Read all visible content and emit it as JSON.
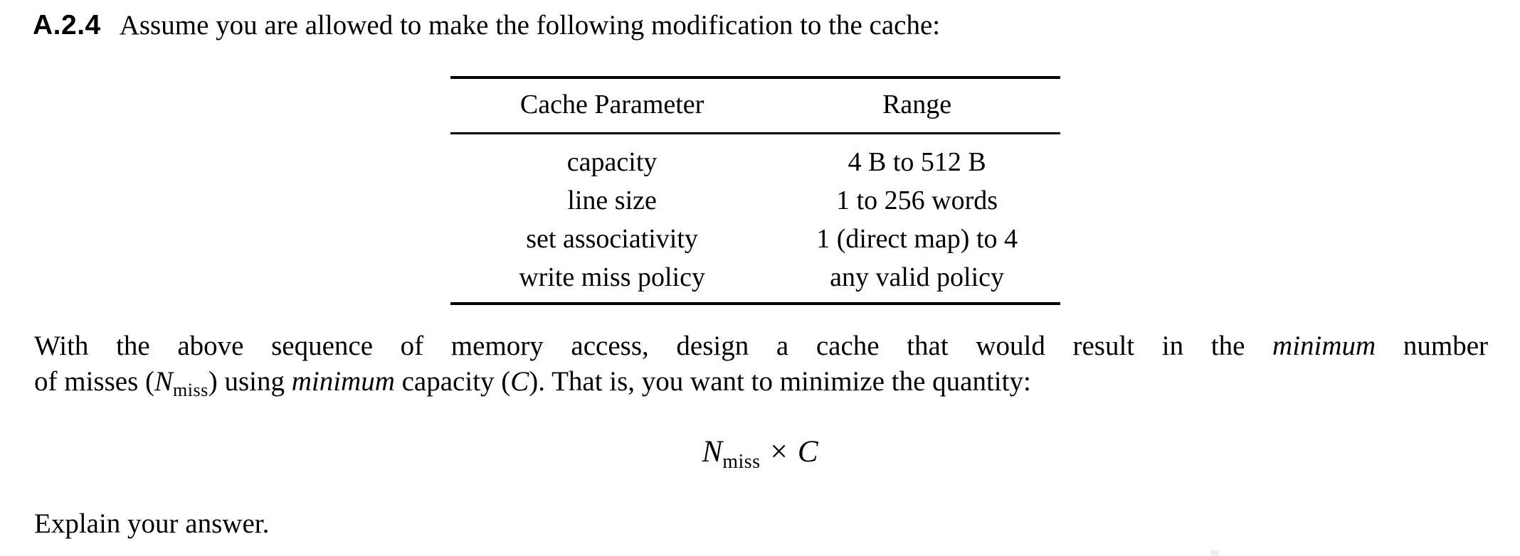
{
  "colors": {
    "background": "#ffffff",
    "text": "#000000",
    "rule": "#000000"
  },
  "heading": {
    "number": "A.2.4",
    "text": "Assume you are allowed to make the following modification to the cache:"
  },
  "table": {
    "headers": [
      "Cache Parameter",
      "Range"
    ],
    "rows": [
      [
        "capacity",
        "4 B to 512 B"
      ],
      [
        "line size",
        "1 to 256 words"
      ],
      [
        "set associativity",
        "1 (direct map) to 4"
      ],
      [
        "write miss policy",
        "any valid policy"
      ]
    ]
  },
  "paragraph": {
    "line1": {
      "a": "With the above sequence of memory access, design a cache that would result in the ",
      "b": "minimum",
      "c": " number"
    },
    "line2": {
      "a": "of misses (",
      "n": "N",
      "nsub": "miss",
      "b": ") using ",
      "c": "minimum",
      "d": " capacity (",
      "e": "C",
      "f": "). That is, you want to minimize the quantity:"
    }
  },
  "formula": {
    "n": "N",
    "nsub": "miss",
    "times": "×",
    "c": "C"
  },
  "closing": {
    "text": "Explain your answer."
  }
}
